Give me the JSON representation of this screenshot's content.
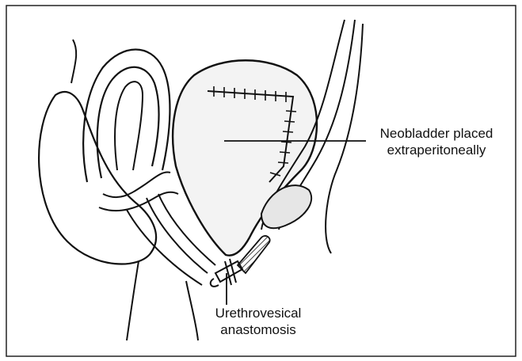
{
  "labels": {
    "neobladder_line1": "Neobladder placed",
    "neobladder_line2": "extraperitoneally",
    "anastomosis_line1": "Urethrovesical",
    "anastomosis_line2": "anastomosis"
  },
  "colors": {
    "line": "#111111",
    "bladder_fill": "#f3f3f3",
    "frame": "#222222"
  }
}
